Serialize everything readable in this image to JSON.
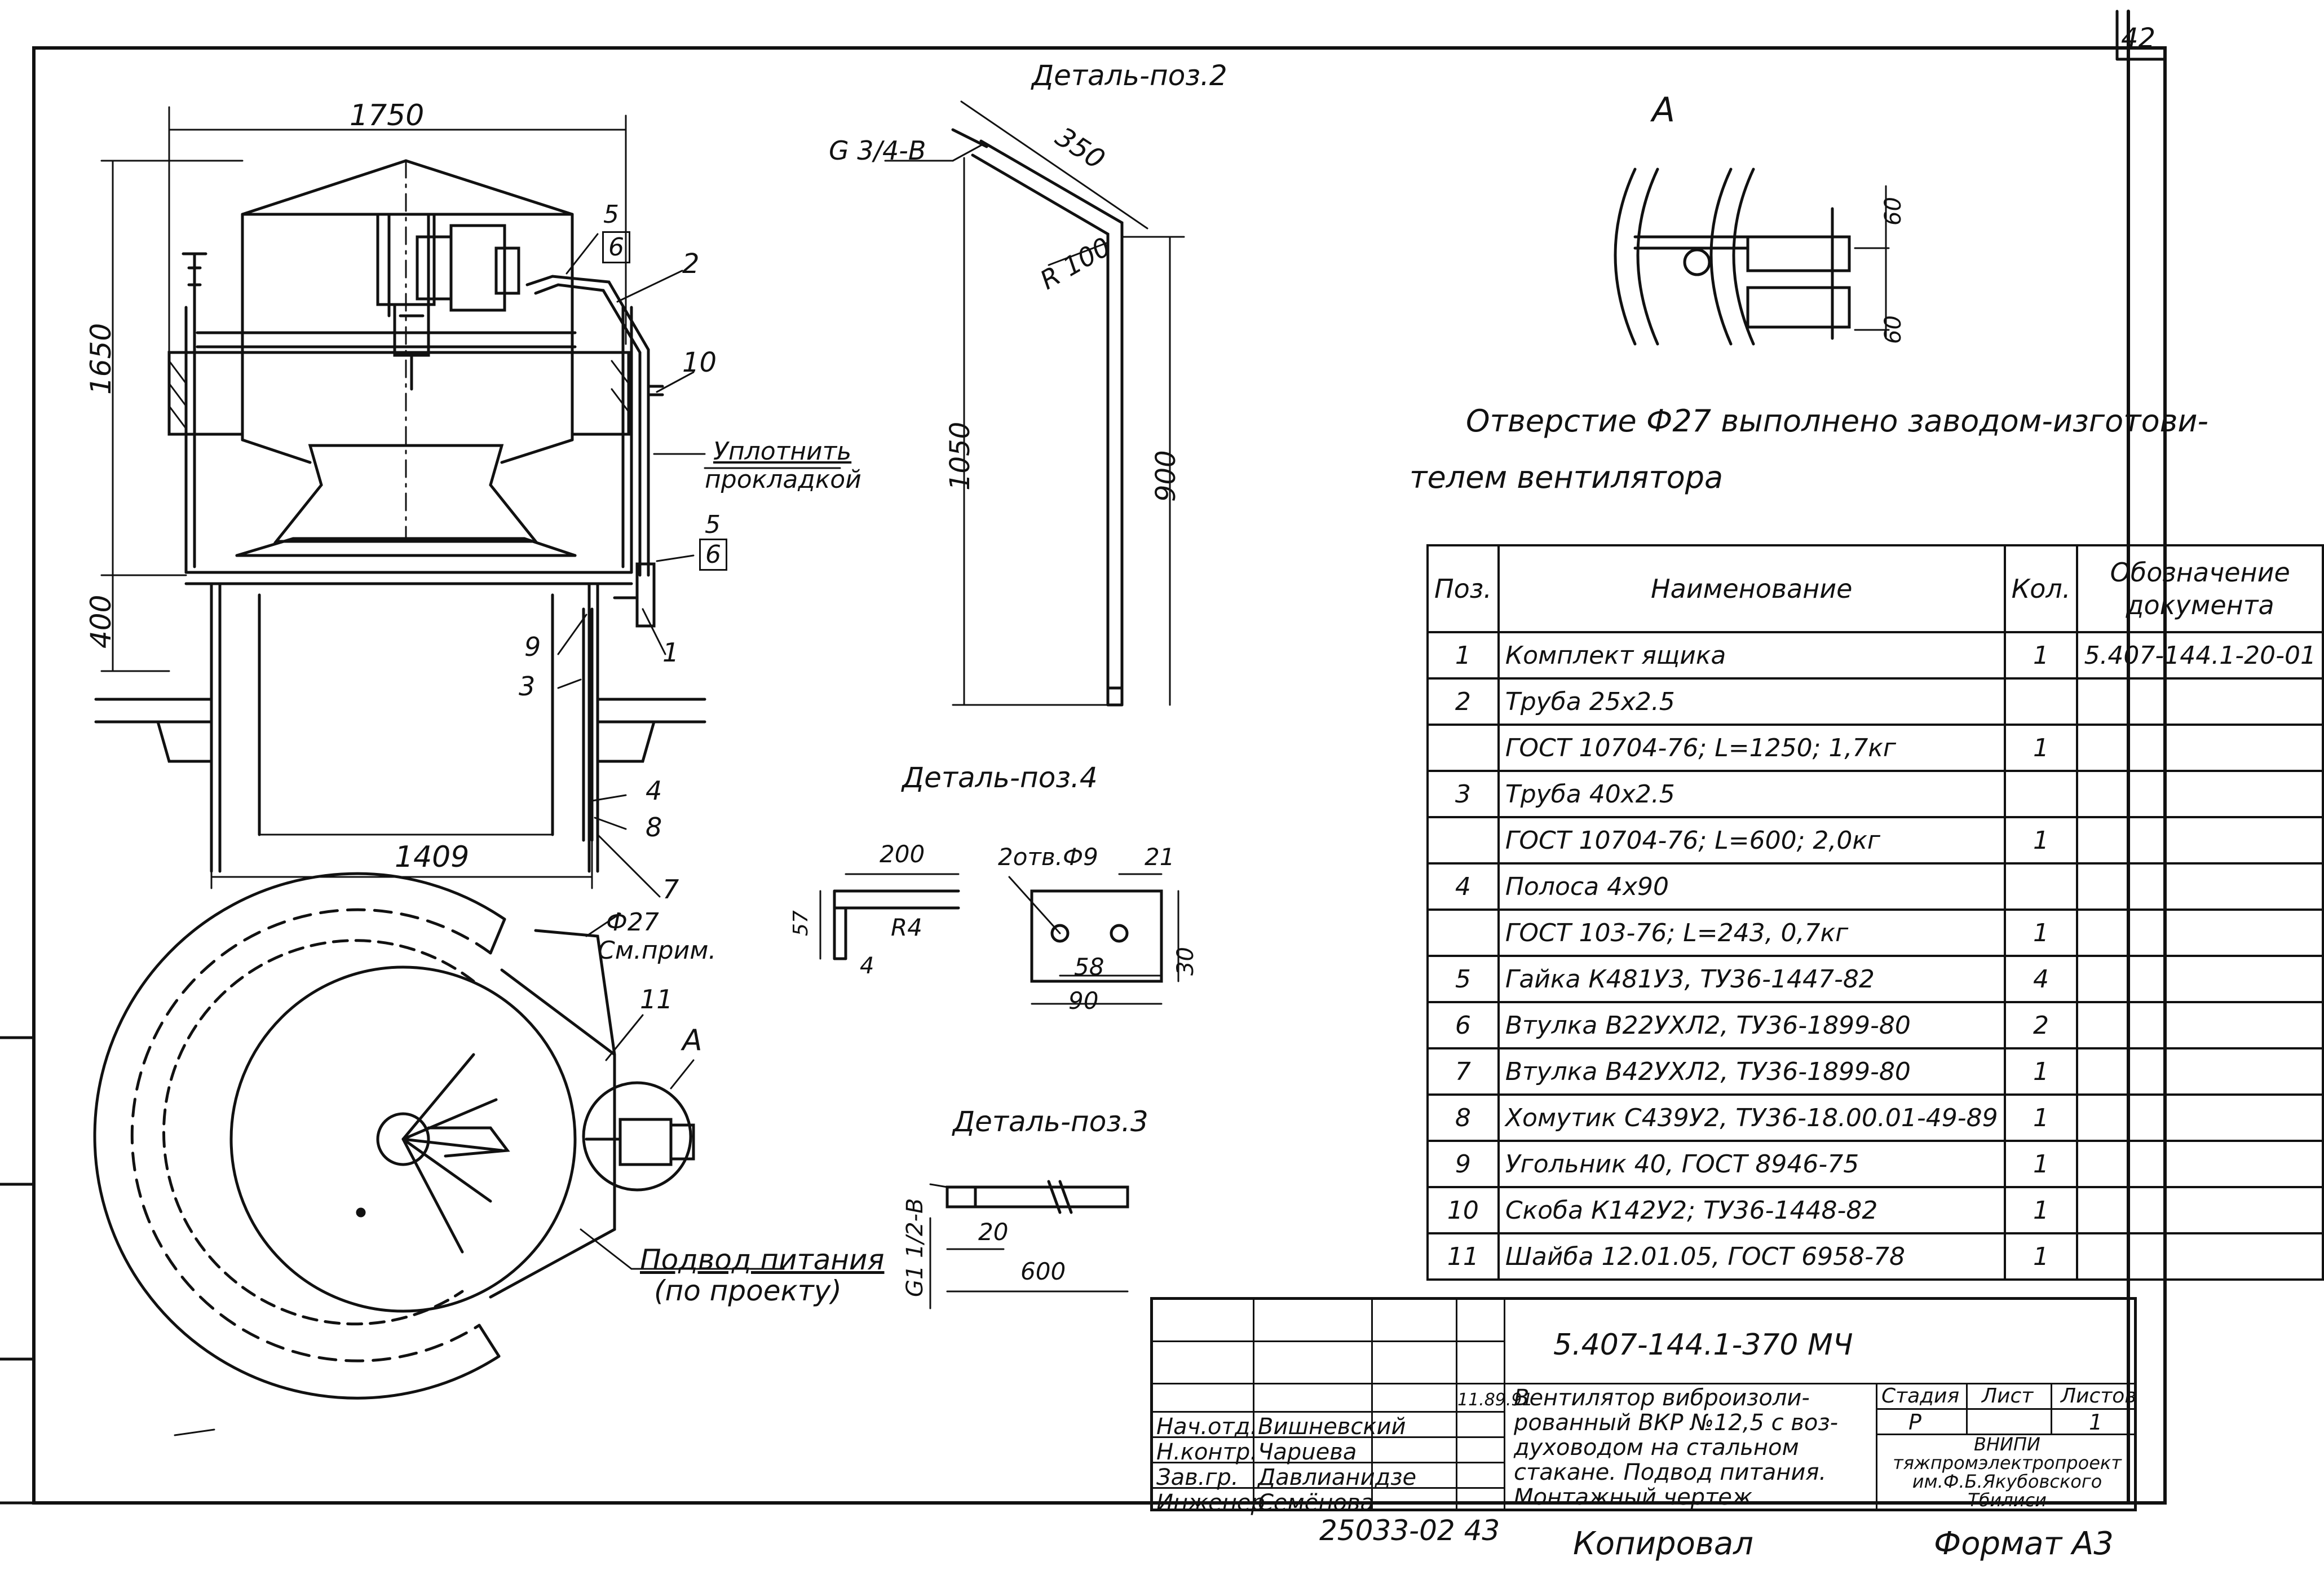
{
  "sheet": {
    "corner_number": "42",
    "footer_left": "25033-02 43",
    "footer_copied": "Копировал",
    "footer_format": "Формат А3"
  },
  "views": {
    "main_dim_width": "1750",
    "main_dim_height": "1650",
    "main_dim_lower": "400",
    "main_dim_bottom": "1409",
    "detail2_title": "Деталь-поз.2",
    "detail2_thread": "G 3/4-B",
    "detail2_dim_top": "350",
    "detail2_radius": "R 100",
    "detail2_dim_left": "1050",
    "detail2_dim_right": "900",
    "detail4_title": "Деталь-поз.4",
    "detail4_dim_200": "200",
    "detail4_dim_57": "57",
    "detail4_r": "R4",
    "detail4_dim_4": "4",
    "detail4_holes": "2отв.Ф9",
    "detail4_dim_21": "21",
    "detail4_dim_30": "30",
    "detail4_dim_58": "58",
    "detail4_dim_90": "90",
    "detail3_title": "Деталь-поз.3",
    "detail3_thread": "G1 1/2-B",
    "detail3_dim_20": "20",
    "detail3_dim_600": "600",
    "view_a_title": "А",
    "view_a_dim_60a": "60",
    "view_a_dim_60b": "60",
    "note_line1": "Отверстие Ф27 выполнено заводом-изготови-",
    "note_line2": "телем вентилятора",
    "label_seal_1": "Уплотнить",
    "label_seal_2": "прокладкой",
    "label_phi27": "Ф27",
    "label_see_note": "См.прим.",
    "label_power_1": "Подвод питания",
    "label_power_2": "(по проекту)",
    "label_a": "А",
    "callouts": [
      "5",
      "6",
      "2",
      "10",
      "5",
      "6",
      "9",
      "1",
      "3",
      "4",
      "8",
      "7",
      "11"
    ]
  },
  "parts_table": {
    "headers": [
      "Поз.",
      "Наименование",
      "Кол.",
      "Обозначение документа"
    ],
    "rows": [
      {
        "pos": "1",
        "name": "Комплект ящика",
        "qty": "1",
        "doc": "5.407-144.1-20-01"
      },
      {
        "pos": "2",
        "name": "Труба 25х2.5",
        "qty": "",
        "doc": ""
      },
      {
        "pos": "",
        "name": "ГОСТ 10704-76; L=1250; 1,7кг",
        "qty": "1",
        "doc": ""
      },
      {
        "pos": "3",
        "name": "Труба 40х2.5",
        "qty": "",
        "doc": ""
      },
      {
        "pos": "",
        "name": "ГОСТ 10704-76; L=600; 2,0кг",
        "qty": "1",
        "doc": ""
      },
      {
        "pos": "4",
        "name": "Полоса 4х90",
        "qty": "",
        "doc": ""
      },
      {
        "pos": "",
        "name": "ГОСТ 103-76; L=243, 0,7кг",
        "qty": "1",
        "doc": ""
      },
      {
        "pos": "5",
        "name": "Гайка К481У3, ТУ36-1447-82",
        "qty": "4",
        "doc": ""
      },
      {
        "pos": "6",
        "name": "Втулка В22УХЛ2, ТУ36-1899-80",
        "qty": "2",
        "doc": ""
      },
      {
        "pos": "7",
        "name": "Втулка В42УХЛ2, ТУ36-1899-80",
        "qty": "1",
        "doc": ""
      },
      {
        "pos": "8",
        "name": "Хомутик С439У2, ТУ36-18.00.01-49-89",
        "qty": "1",
        "doc": ""
      },
      {
        "pos": "9",
        "name": "Угольник 40, ГОСТ 8946-75",
        "qty": "1",
        "doc": ""
      },
      {
        "pos": "10",
        "name": "Скоба К142У2; ТУ36-1448-82",
        "qty": "1",
        "doc": ""
      },
      {
        "pos": "11",
        "name": "Шайба 12.01.05, ГОСТ 6958-78",
        "qty": "1",
        "doc": ""
      }
    ]
  },
  "title_block": {
    "doc_code": "5.407-144.1-370 МЧ",
    "title_lines": [
      "Вентилятор виброизоли-",
      "рованный ВКР №12,5 с воз-",
      "духоводом на стальном",
      "стакане. Подвод питания.",
      "Монтажный чертеж."
    ],
    "stage_header": "Стадия",
    "sheet_header": "Лист",
    "sheets_header": "Листов",
    "stage": "Р",
    "sheets": "1",
    "org_lines": [
      "ВНИПИ",
      "тяжпромэлектропроект",
      "им.Ф.Б.Якубовского",
      "Тбилиси"
    ],
    "date": "11.89.91",
    "signatures": [
      {
        "role": "Нач.отд.",
        "name": "Вишневский"
      },
      {
        "role": "Н.контр.",
        "name": "Чарuева"
      },
      {
        "role": "Зав.гр.",
        "name": "Давлианидзе"
      },
      {
        "role": "Инженер",
        "name": "Семёнова"
      }
    ]
  }
}
